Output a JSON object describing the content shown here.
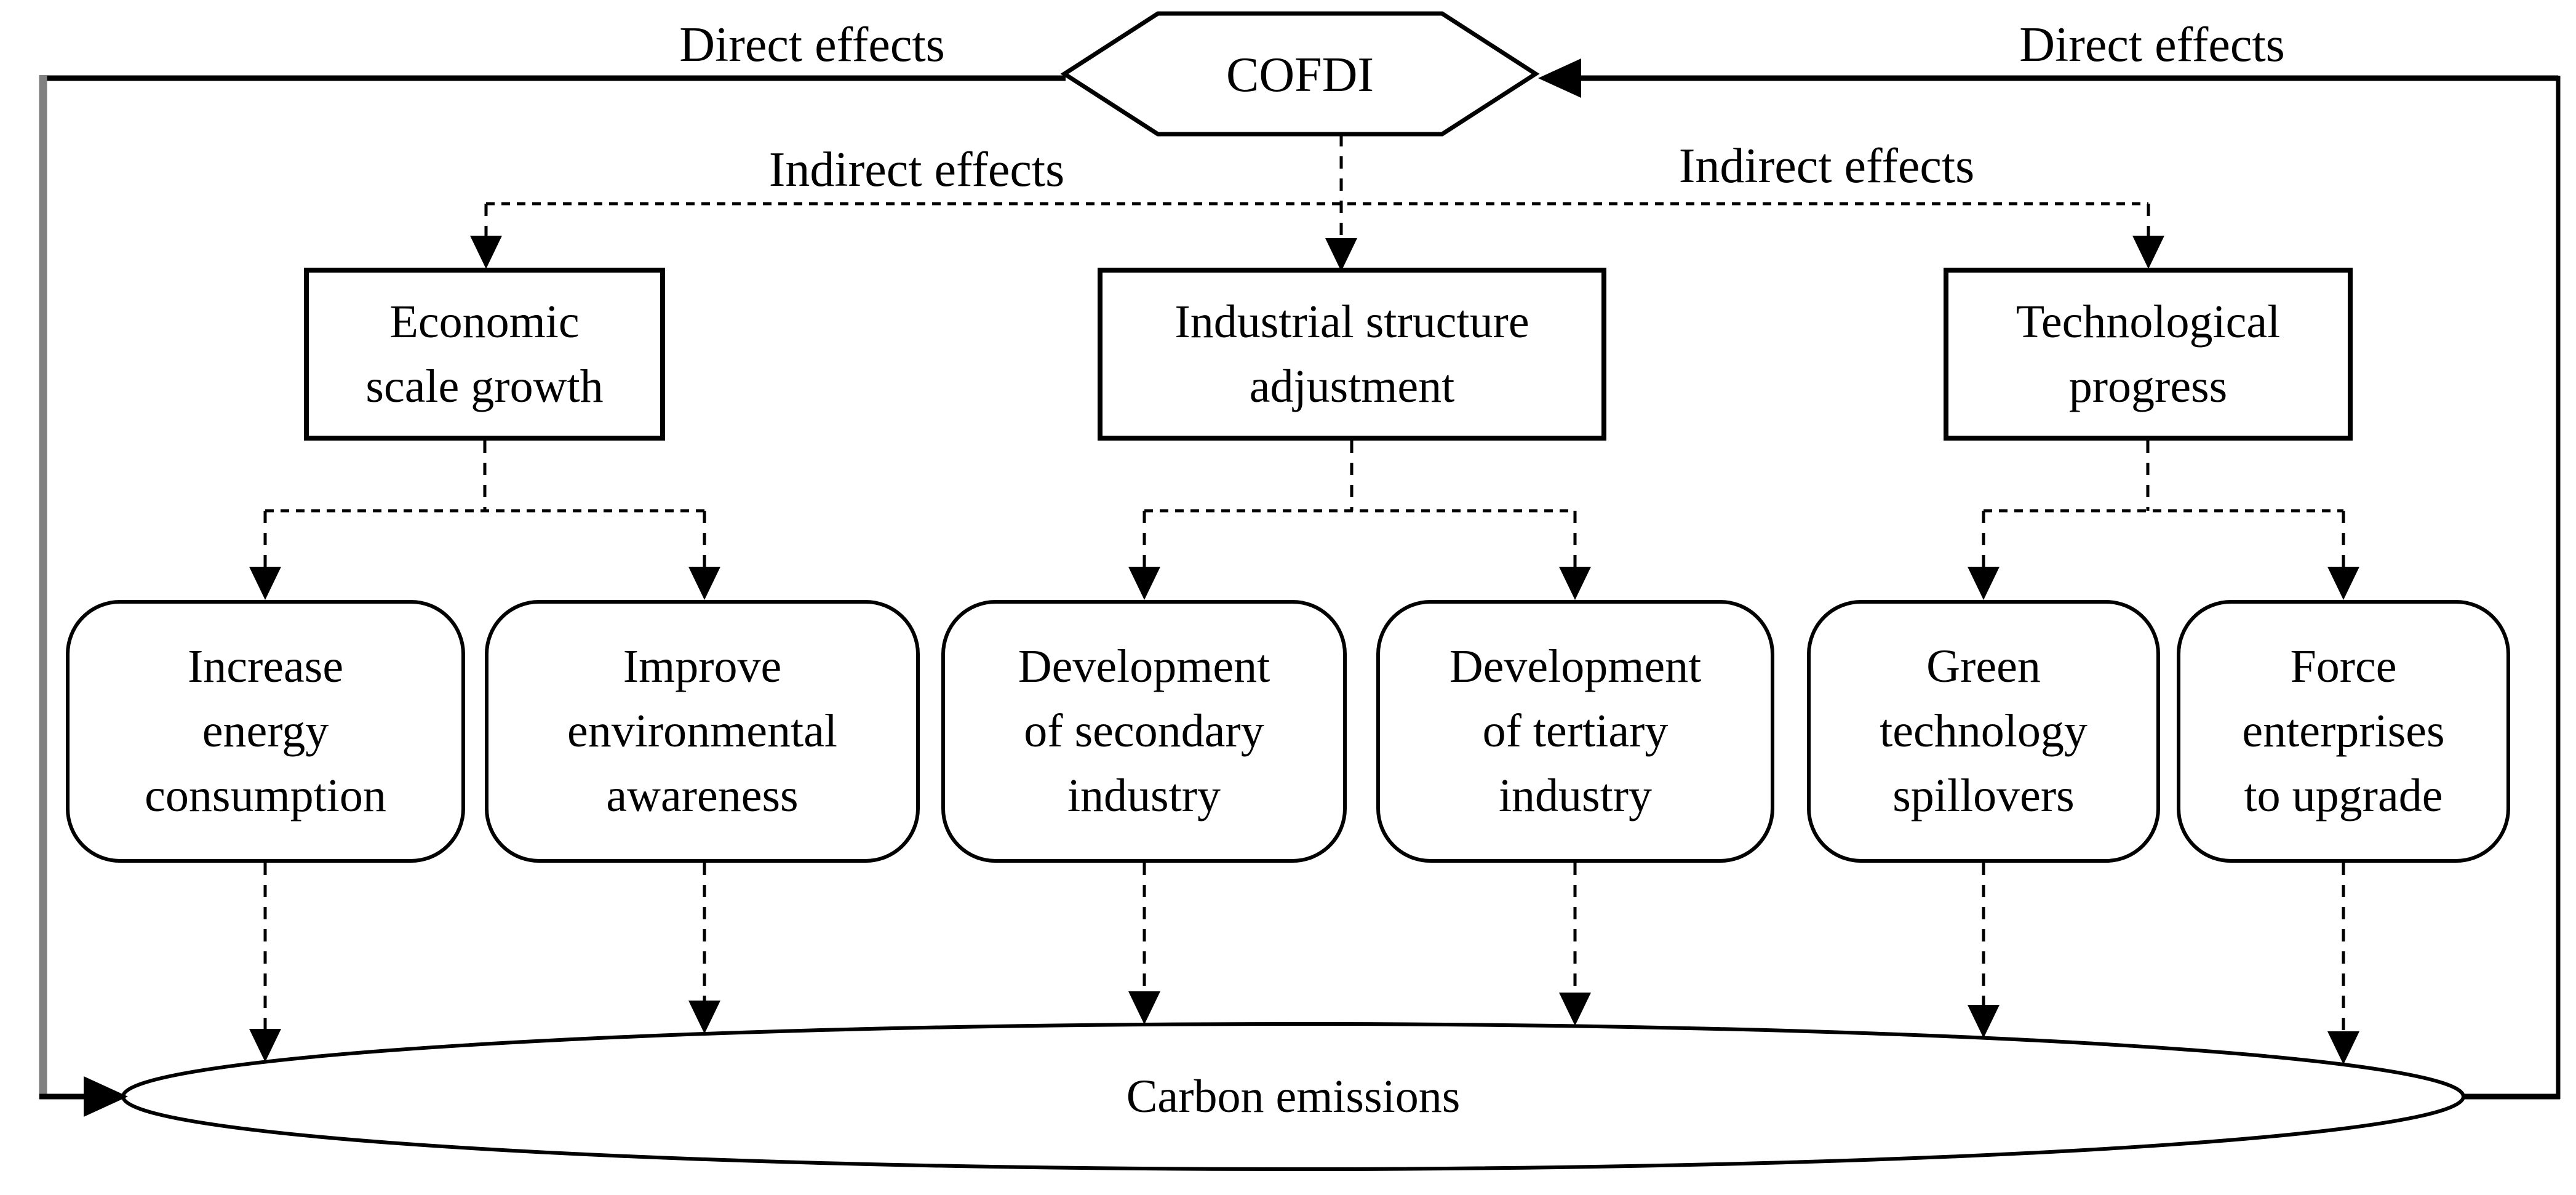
{
  "figure": {
    "node": {
      "cofdi": "COFDI"
    },
    "edge_labels": {
      "direct_left": "Direct effects",
      "direct_right": "Direct effects",
      "indirect_left": "Indirect effects",
      "indirect_right": "Indirect effects"
    },
    "mediators": [
      {
        "lines": [
          "Economic",
          "scale growth"
        ]
      },
      {
        "lines": [
          "Industrial structure",
          "adjustment"
        ]
      },
      {
        "lines": [
          "Technological",
          "progress"
        ]
      }
    ],
    "channels": [
      {
        "lines": [
          "Increase",
          "energy",
          "consumption"
        ]
      },
      {
        "lines": [
          "Improve",
          "environmental",
          "awareness"
        ]
      },
      {
        "lines": [
          "Development",
          "of secondary",
          "industry"
        ]
      },
      {
        "lines": [
          "Development",
          "of tertiary",
          "industry"
        ]
      },
      {
        "lines": [
          "Green",
          "technology",
          "spillovers"
        ]
      },
      {
        "lines": [
          "Force",
          "enterprises",
          "to upgrade"
        ]
      }
    ],
    "outcome": {
      "label": "Carbon emissions"
    },
    "colors": {
      "stroke": "#000000",
      "left_frame": "#808080",
      "background": "#ffffff"
    }
  }
}
